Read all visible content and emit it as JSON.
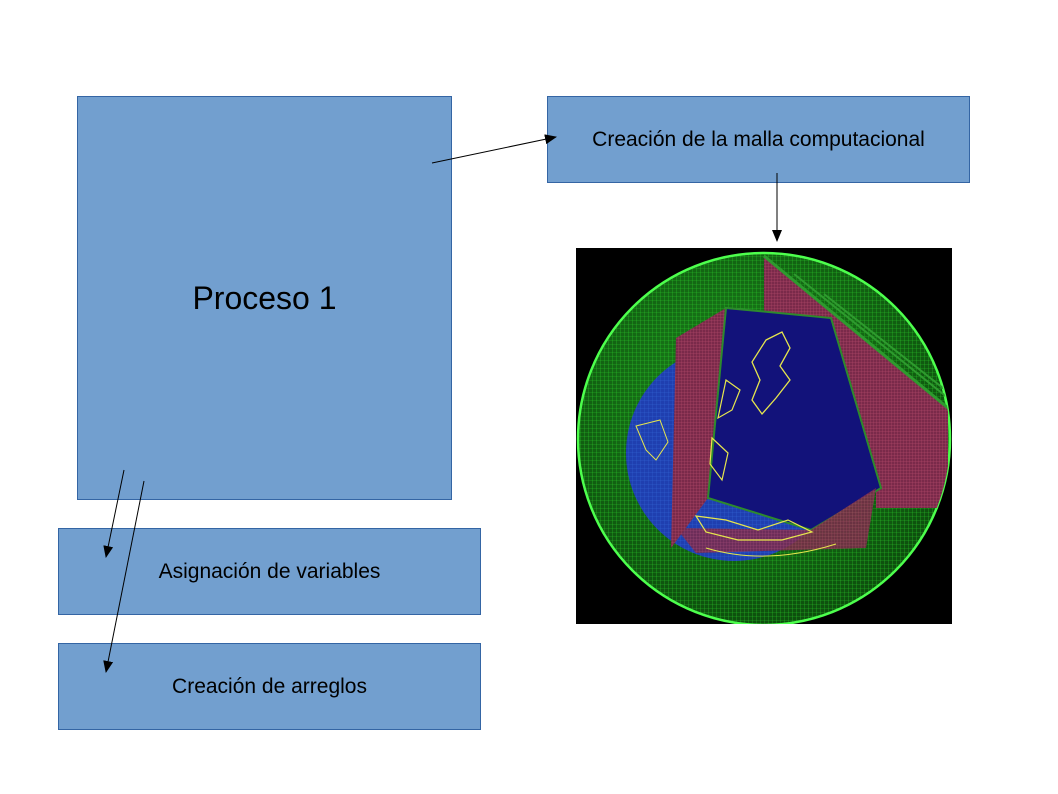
{
  "diagram": {
    "process_title": "Proceso 1",
    "mesh_label": "Creación de la malla computacional",
    "variables_label": "Asignación de variables",
    "arrays_label": "Creación de arreglos"
  },
  "colors": {
    "box_fill": "#729fcf",
    "box_border": "#3465a4",
    "mesh_outer": "#33ff33",
    "mesh_inner": "#1a1a8c",
    "coastline": "#e6e64d"
  }
}
